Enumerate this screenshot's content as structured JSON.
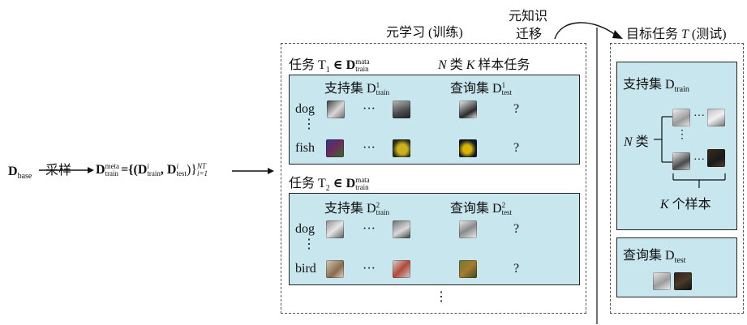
{
  "left_pipeline": {
    "d_base": "D",
    "d_base_sub": "base",
    "sample_label": "采样",
    "d_train_meta": "D",
    "d_train_meta_sub": "train",
    "d_train_meta_sup": "meta",
    "set_expr": "={(D",
    "set_expr_i_sup": "i",
    "set_expr_train_sub": "train",
    "set_expr_mid": ", D",
    "set_expr_test_sub": "test",
    "set_expr_end": ")}",
    "set_expr_nt_sup": "NT",
    "set_expr_i1_sub": "i=1"
  },
  "meta_learning": {
    "title": "元学习 (训练)",
    "transfer_label_1": "元知识",
    "transfer_label_2": "迁移",
    "task1": {
      "label": "任务 T",
      "label_sub": "1",
      "in": "∈ D",
      "mata_sup": "mata",
      "train_sub": "train",
      "nk_text_n": "N",
      "nk_text_mid": " 类 ",
      "nk_text_k": "K",
      "nk_text_end": " 样本任务",
      "support_label": "支持集 D",
      "support_sup": "1",
      "support_sub": "train",
      "query_label": "查询集 D",
      "query_sup": "1",
      "query_sub": "test",
      "rows": [
        {
          "name": "dog",
          "ellipsis": "···",
          "query": "?"
        },
        {
          "name": "fish",
          "ellipsis": "···",
          "query": "?"
        }
      ],
      "vdots": "⋮"
    },
    "task2": {
      "label": "任务 T",
      "label_sub": "2",
      "in": "∈ D",
      "mata_sup": "mata",
      "train_sub": "train",
      "support_label": "支持集 D",
      "support_sup": "2",
      "support_sub": "train",
      "query_label": "查询集 D",
      "query_sup": "2",
      "query_sub": "test",
      "rows": [
        {
          "name": "dog",
          "ellipsis": "···",
          "query": "?"
        },
        {
          "name": "bird",
          "ellipsis": "···",
          "query": "?"
        }
      ],
      "vdots": "⋮"
    },
    "bottom_vdots": "⋮"
  },
  "target_task": {
    "title_pre": "目标任务 ",
    "title_t": "T",
    "title_post": " (测试)",
    "support_label": "支持集 D",
    "support_sub": "train",
    "n_label_n": "N",
    "n_label_text": " 类",
    "k_label_k": "K",
    "k_label_text": " 个样本",
    "query_label": "查询集 D",
    "query_sub": "test"
  },
  "colors": {
    "panel_fill": "#c7e6ee",
    "panel_border": "#222222"
  }
}
